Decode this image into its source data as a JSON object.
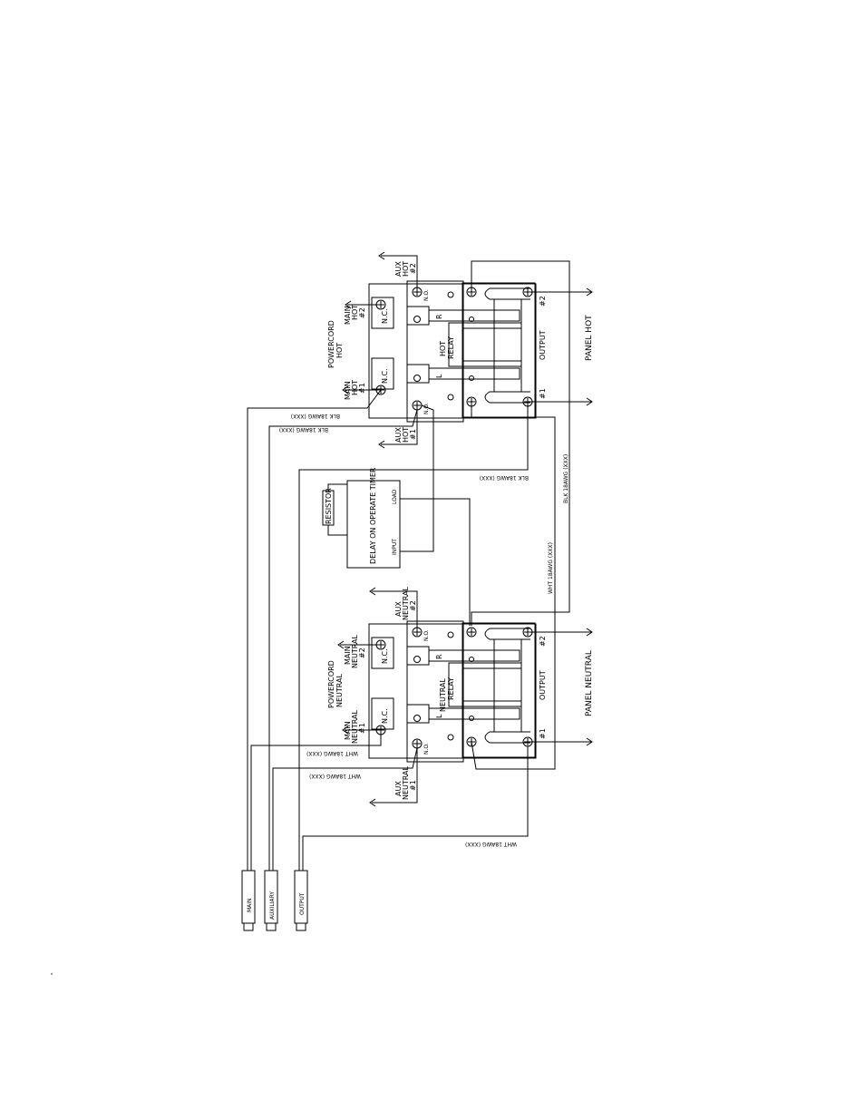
{
  "hot_relay": {
    "title_top": "HOT",
    "title_bottom": "RELAY",
    "left": "L",
    "right": "R",
    "nc_left": "N.C.",
    "nc_right": "N.C.",
    "no_left": "N.O.",
    "no_right": "N.O.",
    "output": "OUTPUT",
    "out1": "#1",
    "out2": "#2",
    "panel": "PANEL HOT",
    "powercord_top": "POWERCORD",
    "powercord_bottom": "HOT",
    "main1": [
      "MAIN",
      "HOT",
      "#1"
    ],
    "main2": [
      "MAIN",
      "HOT",
      "#2"
    ],
    "aux1": [
      "AUX",
      "HOT",
      "#1"
    ],
    "aux2": [
      "AUX",
      "HOT",
      "#2"
    ]
  },
  "neutral_relay": {
    "title_top": "NEUTRAL",
    "title_bottom": "RELAY",
    "left": "L",
    "right": "R",
    "nc_left": "N.C.",
    "nc_right": "N.C.",
    "no_left": "N.O.",
    "no_right": "N.O.",
    "output": "OUTPUT",
    "out1": "#1",
    "out2": "#2",
    "panel": "PANEL NEUTRAL",
    "powercord_top": "POWERCORD",
    "powercord_bottom": "NEUTRAL",
    "main1": [
      "MAIN",
      "NEUTRAL",
      "#1"
    ],
    "main2": [
      "MAIN",
      "NEUTRAL",
      "#2"
    ],
    "aux1": [
      "AUX",
      "NEUTRAL",
      "#1"
    ],
    "aux2": [
      "AUX",
      "NEUTRAL",
      "#2"
    ]
  },
  "timer": {
    "title": "DELAY ON OPERATE TIMER",
    "input": "INPUT",
    "load": "LOAD",
    "resistor": "RESISTOR"
  },
  "wires": {
    "blk1": "BLK 18AWG (XXX)",
    "blk2": "BLK 18AWG (XXX)",
    "blk3": "BLK 18AWG (XXX)",
    "blk4": "BLK 18AWG (XXX)",
    "wht1": "WHT 18AWG (XXX)",
    "wht2": "WHT 18AWG (XXX)",
    "wht3": "WHT 18AWG (XXX)",
    "wht4": "WHT 18AWG (XXX)"
  },
  "plugs": {
    "main": "MAIN",
    "auxiliary": "AUXILIARY",
    "output": "OUTPUT"
  }
}
